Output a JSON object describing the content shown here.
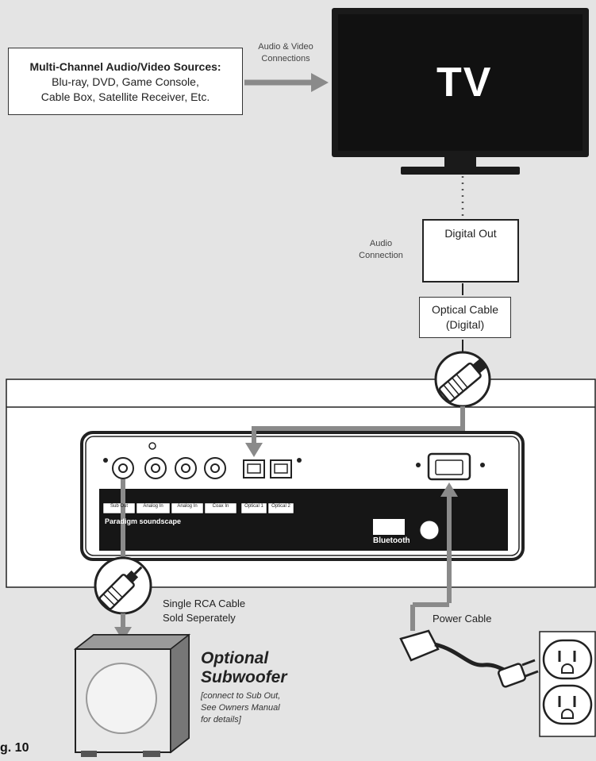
{
  "sources": {
    "title": "Multi-Channel Audio/Video Sources:",
    "line1": "Blu-ray, DVD, Game Console,",
    "line2": "Cable Box, Satellite Receiver, Etc."
  },
  "av_connection": {
    "line1": "Audio & Video",
    "line2": "Connections"
  },
  "tv": {
    "label": "TV"
  },
  "audio_connection": {
    "line1": "Audio",
    "line2": "Connection"
  },
  "digital_out": {
    "label": "Digital Out"
  },
  "optical_cable": {
    "line1": "Optical Cable",
    "line2": "(Digital)"
  },
  "panel": {
    "port_labels": [
      "Sub Out",
      "Analog In",
      "Analog In",
      "Coax In",
      "Optical 1",
      "Optical 2"
    ],
    "brand_text": "Paradigm soundscape",
    "bluetooth": "Bluetooth"
  },
  "rca_cable": {
    "line1": "Single RCA Cable",
    "line2": "Sold Seperately"
  },
  "power_cable": {
    "label": "Power Cable"
  },
  "subwoofer": {
    "title1": "Optional",
    "title2": "Subwoofer",
    "note1": "[connect to Sub Out,",
    "note2": "See Owners Manual",
    "note3": "for details]"
  },
  "figure": {
    "label": "g. 10"
  },
  "colors": {
    "arrow": "#8a8a8a",
    "outline": "#222222",
    "background": "#e4e4e4"
  }
}
